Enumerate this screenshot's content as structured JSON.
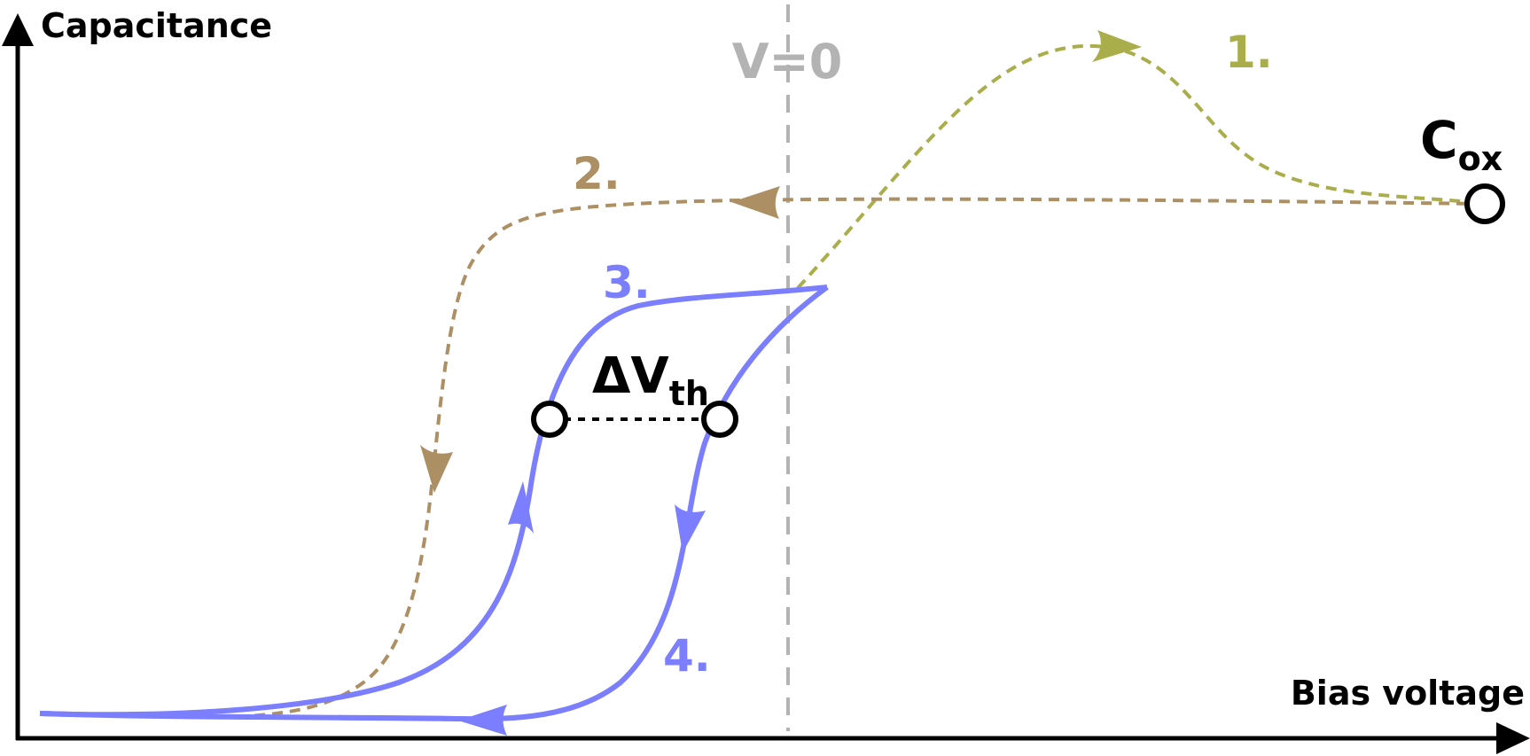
{
  "axes": {
    "y_label": "Capacitance",
    "x_label": "Bias voltage"
  },
  "reference_line": {
    "label": "V=0",
    "color": "#b3b3b3"
  },
  "steps": [
    {
      "label": "1.",
      "color": "#a9ad4a",
      "style": "dashed"
    },
    {
      "label": "2.",
      "color": "#ad8f64",
      "style": "dashed"
    },
    {
      "label": "3.",
      "color": "#7a7eff",
      "style": "solid"
    },
    {
      "label": "4.",
      "color": "#7a7eff",
      "style": "solid"
    }
  ],
  "markers": {
    "cox": {
      "main": "C",
      "sub": "ox"
    },
    "threshold_shift": {
      "main": "ΔV",
      "sub": "th"
    }
  },
  "colors": {
    "axis": "#000000",
    "marker_stroke": "#000000"
  }
}
